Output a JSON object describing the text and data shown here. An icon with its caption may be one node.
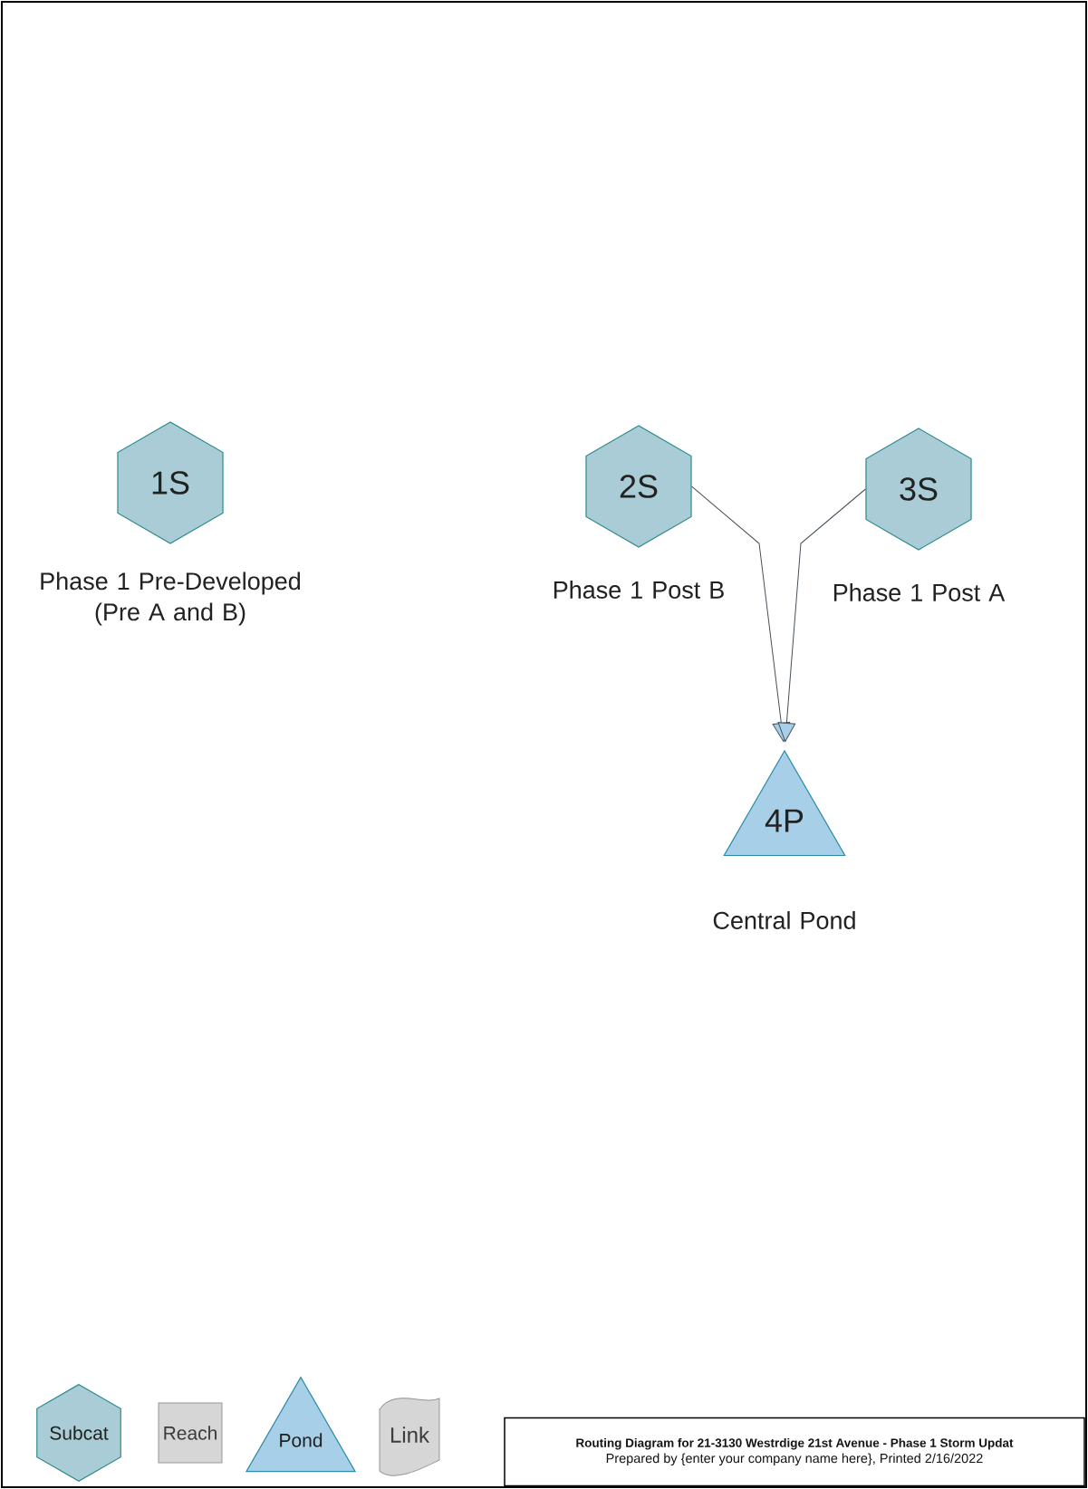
{
  "diagram": {
    "nodes": [
      {
        "text": [
          "1S"
        ],
        "beside": [
          "Phase 1 Pre-Developed (Pre A and B)"
        ]
      },
      {
        "text": [
          "2S"
        ],
        "beside": [
          "Phase 1 Post B"
        ]
      },
      {
        "text": [
          "3S"
        ],
        "beside": [
          "Phase 1 Post A"
        ]
      },
      {
        "text": [
          "4P"
        ],
        "beside": [
          "Central Pond"
        ]
      },
      {
        "text": [
          "Subcat"
        ]
      },
      {
        "text": [
          "Reach"
        ]
      },
      {
        "text": [
          "Pond"
        ]
      },
      {
        "text": [
          "Link"
        ]
      },
      {
        "text": [
          "Routing Diagram for 21-3130 Westrdige 21st Avenue - Phase 1 Storm Updat",
          "Prepared by {enter your company name here}, Printed 2/16/2022"
        ]
      }
    ],
    "edges": [
      {
        "from": 1,
        "to": 3,
        "arrow": "to"
      },
      {
        "from": 2,
        "to": 3,
        "arrow": "to"
      }
    ]
  }
}
